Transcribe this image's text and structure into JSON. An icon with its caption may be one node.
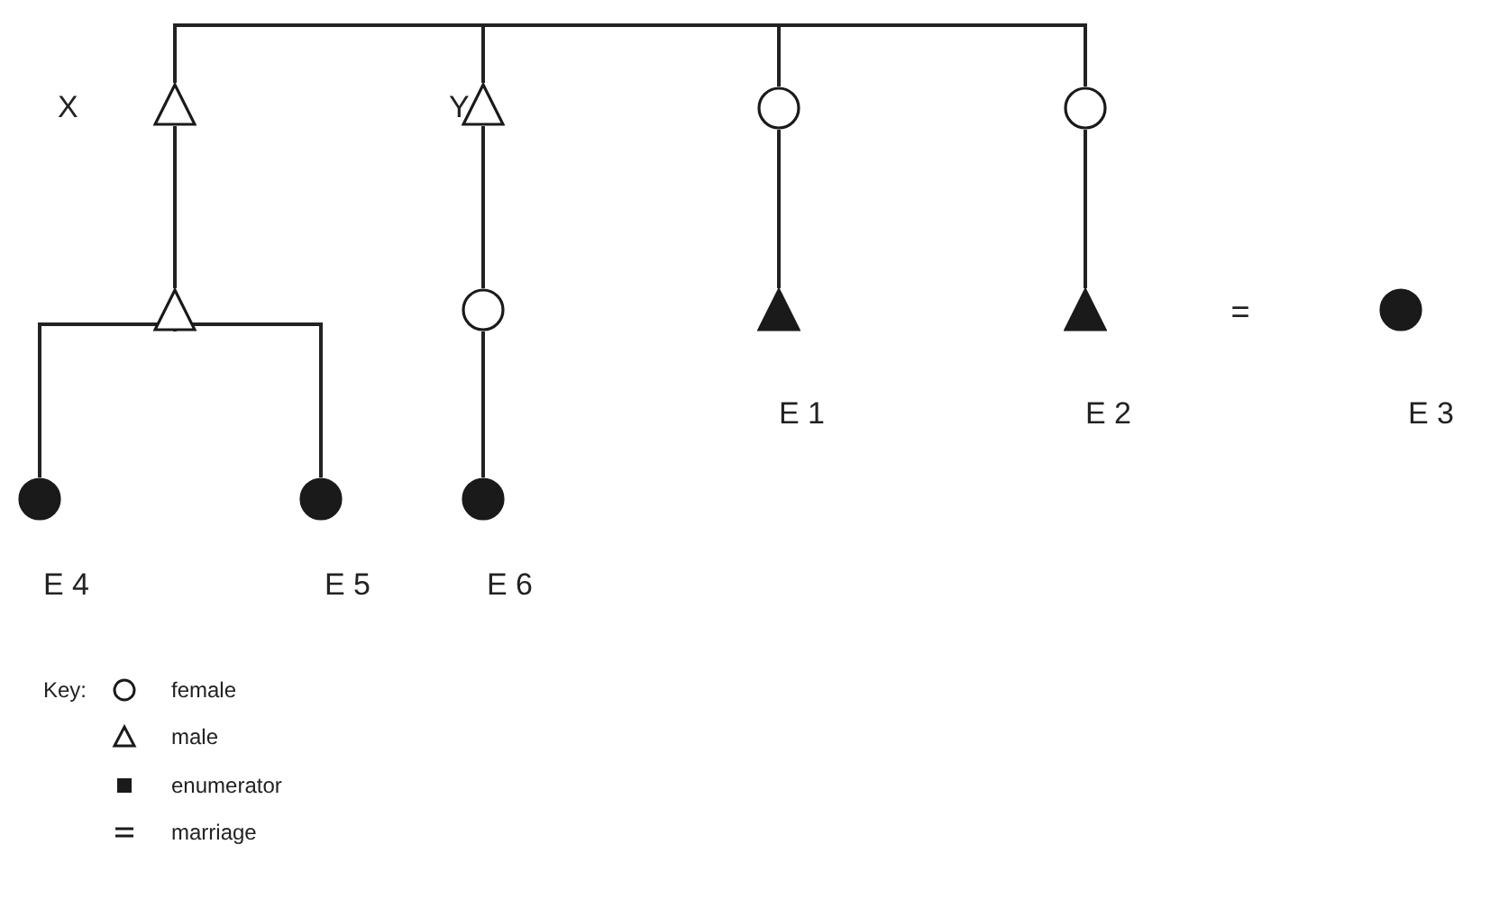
{
  "diagram": {
    "nodes": [
      {
        "text": [],
        "shape": "triangle",
        "beside": [
          "X"
        ]
      },
      {
        "text": [],
        "shape": "triangle",
        "beside": [
          "Y"
        ]
      },
      {
        "text": [],
        "shape": "circle"
      },
      {
        "text": [],
        "shape": "circle"
      },
      {
        "text": [],
        "shape": "triangle"
      },
      {
        "text": [],
        "shape": "circle"
      },
      {
        "text": [],
        "shape": "triangle",
        "beside": [
          "E 1"
        ]
      },
      {
        "text": [],
        "shape": "triangle",
        "beside": [
          "E 2"
        ]
      },
      {
        "text": [],
        "shape": "circle",
        "beside": [
          "E 3"
        ]
      },
      {
        "text": [],
        "shape": "circle",
        "beside": [
          "E 4"
        ]
      },
      {
        "text": [],
        "shape": "circle",
        "beside": [
          "E 5"
        ]
      },
      {
        "text": [],
        "shape": "circle",
        "beside": [
          "E 6"
        ]
      }
    ],
    "edges": [
      {
        "from": 0,
        "to": 1,
        "arrow": "none"
      },
      {
        "from": 1,
        "to": 2,
        "arrow": "none"
      },
      {
        "from": 2,
        "to": 3,
        "arrow": "none"
      },
      {
        "from": 0,
        "to": 4,
        "arrow": "none"
      },
      {
        "from": 1,
        "to": 5,
        "arrow": "none"
      },
      {
        "from": 2,
        "to": 6,
        "arrow": "none"
      },
      {
        "from": 3,
        "to": 7,
        "arrow": "none"
      },
      {
        "from": 4,
        "to": 9,
        "arrow": "none"
      },
      {
        "from": 4,
        "to": 10,
        "arrow": "none"
      },
      {
        "from": 5,
        "to": 11,
        "arrow": "none"
      }
    ],
    "labels": [
      "=",
      "Key:"
    ],
    "legend": [
      {
        "text": "female"
      },
      {
        "text": "male"
      },
      {
        "text": "enumerator"
      },
      {
        "text": "marriage"
      }
    ]
  }
}
